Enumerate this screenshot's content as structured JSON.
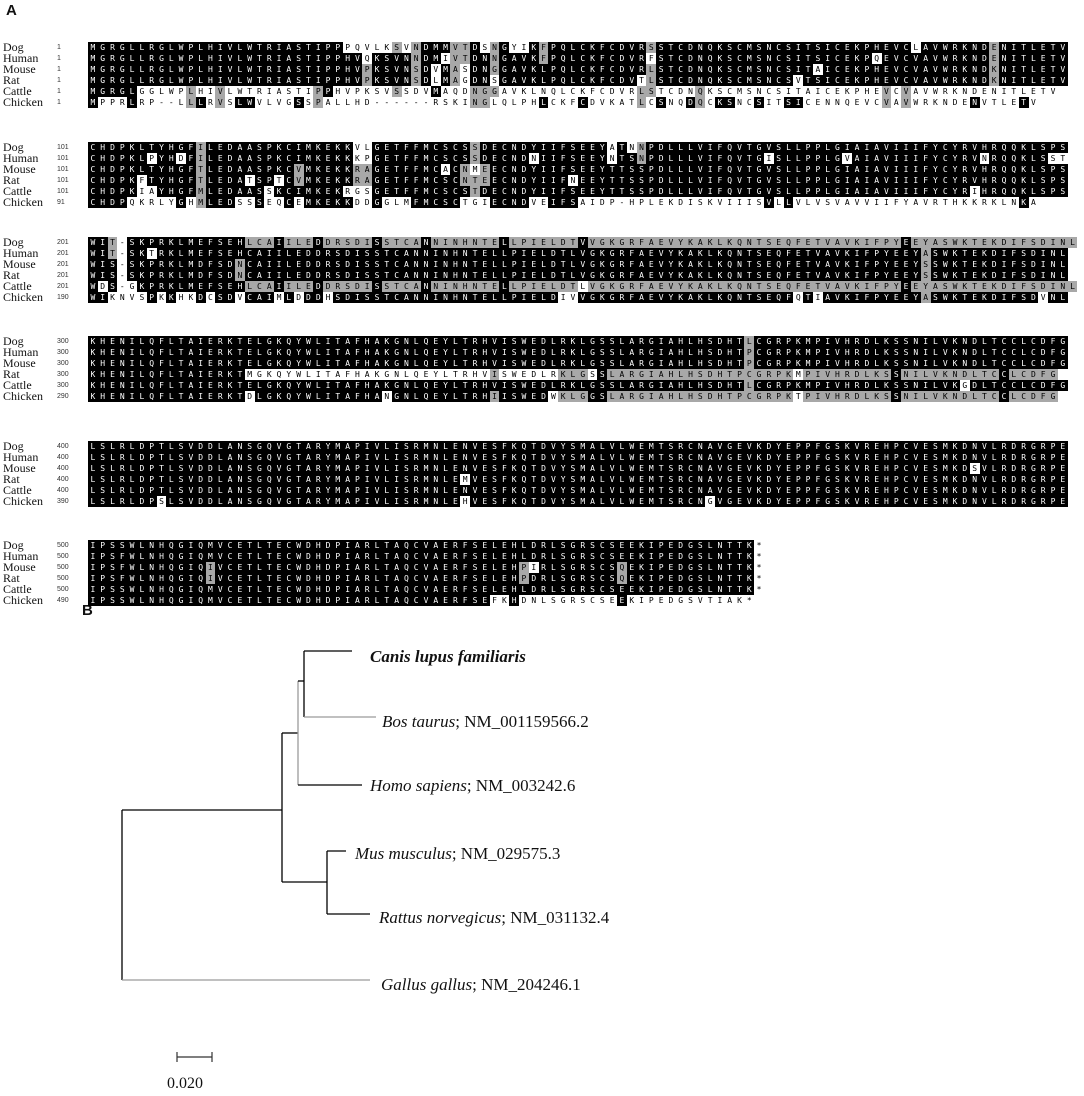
{
  "panels": {
    "a": "A",
    "b": "B"
  },
  "alignment": {
    "blocks": [
      {
        "rows": [
          {
            "species": "Dog",
            "start": "1",
            "seq": "MGRGLLRGLWPLHIVLWTRIASTIPPPQVLKSVNDMMVTDSNGYIKFPQLCKFCDVRSSTCDNQKSCMSNCSITSICEKPHEVCLAVWRKNDENITLETV"
          },
          {
            "species": "Human",
            "start": "1",
            "seq": "MGRGLLRGLWPLHIVLWTRIASTIPPHVQKSVNNDMIVTDNNGAVKFPQLCKFCDVRFSTCDNQKSCMSNCSITSICEKPQEVCVAVWRKNDENITLETV"
          },
          {
            "species": "Mouse",
            "start": "1",
            "seq": "MGRGLLRGLWPLHIVLWTRIASTIPPHVPKSVNSDVMASDNGGAVKLPQLCKFCDVRLSTCDNQKSCMSNCSITAICEKPHEVCVAVWRKNDKNITLETV"
          },
          {
            "species": "Rat",
            "start": "1",
            "seq": "MGRGLLRGLWPLHIVLWTRIASTIPPHVPKSVNSDLMAGDNSGAVKLPQLCKFCDVTLSTCDNQKSCMSNCSVTSICEKPHEVCVAVWRKNDKNITLETV"
          },
          {
            "species": "Cattle",
            "start": "1",
            "seq": "MGRGLGGLWPLHIVLWTRIASTIPPHVPKSVSSDVMAQDNGGAVKLNQLCKFCDVRLSTCDNQKSCMSNCSITAICEKPHEVCVAVWRKNDENITLETV"
          },
          {
            "species": "Chicken",
            "start": "1",
            "seq": "MPPRLRP--LLLRVSLWVLVGSSPALLHD------RSKINGLQLPHLCKFCDVKATLCSNQDQCKSNCSITSICENNQEVCVAVWRKNDENVTLETV"
          }
        ]
      },
      {
        "rows": [
          {
            "species": "Dog",
            "start": "101",
            "seq": "CHDPKLTYHGFILEDAASPKCIMKEKKVLGETFFMCSCSSDECNDYIIFSEEYATNNPDLLLVIFQVTGVSLLPPLGIAIAVIIIFYCYRVHRQQKLSPS"
          },
          {
            "species": "Human",
            "start": "101",
            "seq": "CHDPKLPYHDFILEDAASPKCIMKEKKKPGETFFMCSCSSDECNDNIIFSEEYNTSNPDLLLVIFQVTGISLLPPLGVAIAVIIIFYCYRVNRQQKLSST"
          },
          {
            "species": "Mouse",
            "start": "101",
            "seq": "CHDPKLTYHGFTLEDAASPKCVMKEKKRAGETFFMCACNMEECNDYIIFSEEYTTSSPDLLLVIFQVTGVSLLPPLGIAIAVIIIFYCYRVHRQQKLSPS"
          },
          {
            "species": "Rat",
            "start": "101",
            "seq": "CHDPKFTYHGFTLEDATSPTCVMKEKKRAGETFFMCSCNTEECNDYIIFNEEYTTSSPDLLLVIFQVTGVSLLPPLGIAIAVIIIFYCYRVHRQQKLSPS"
          },
          {
            "species": "Cattle",
            "start": "101",
            "seq": "CHDPKIAYHGFMLEDAASSKCIMKEKRGSGETFFMCSCSTDECNDYIIFSEEYTTSSPDLLLVIFQVTGVSLLPPLGIAIAVIIIFYCYRIHRQQKLSPS"
          },
          {
            "species": "Chicken",
            "start": "91",
            "seq": "CHDPQKRLYGHMLEDSSSEQCEMKEKKDDGGLMFMCSCTGIECNDVEIFSAIDP-HPLEKDISKVIIISVLLVLVSVAVVIIFYAVRTHKKRKLNKA"
          }
        ]
      },
      {
        "rows": [
          {
            "species": "Dog",
            "start": "201",
            "seq": "WIT-SKPRKLMEFSEHLCAIILEDDRSDISSTCANNINHNTELLPIELDTVVGKGRFAEVYKAKLKQNTSEQFETVAVKIFPYEEYASWKTEKDIFSDINL"
          },
          {
            "species": "Human",
            "start": "201",
            "seq": "WIT-SKTRKLMEFSEHCAIILEDDRSDISSTCANNINHNTELLPIELDTLVGKGRFAEVYKAKLKQNTSEQFETVAVKIFPYEEYASWKTEKDIFSDINL"
          },
          {
            "species": "Mouse",
            "start": "201",
            "seq": "WIS-SKPRKLMDFSDNCAIILEDDRSDISSTCANNINHNTELLPIELDTLVGKGRFAEVYKAKLKQNTSEQFETVAVKIFPYEEYSSWKTEKDIFSDINL"
          },
          {
            "species": "Rat",
            "start": "201",
            "seq": "WIS-SKPRKLMDFSDNCAIILEDDRSDISSTCANNINHNTELLPIELDTLVGKGRFAEVYKAKLKQNTSEQFETVAVKIFPYEEYSSWKTEKDIFSDINL"
          },
          {
            "species": "Cattle",
            "start": "201",
            "seq": "WDS-GKPRKLMEFSEHLCAIILEDDRSDISSTCANNINHNTELLPIELDTLVGKGRFAEVYKAKLKQNTSEQFETVAVKIFPYEEYASWKTEKDIFSDINL"
          },
          {
            "species": "Chicken",
            "start": "190",
            "seq": "WIKNVSPKKHKDCSDVCAIMLDDDHSDISSTCANNINHNTELLPIELDIVVGKGRFAEVYKAKLKQNTSEQFQTIAVKIFPYEEYASWKTEKDIFSDVNL"
          }
        ]
      },
      {
        "rows": [
          {
            "species": "Dog",
            "start": "300",
            "seq": "KHENILQFLTAIERKTELGKQYWLITAFHAKGNLQEYLTRHVISWEDLRKLGSSLARGIAHLHSDHTLCGRPKMPIVHRDLKSSNILVKNDLTCCLCDFG"
          },
          {
            "species": "Human",
            "start": "300",
            "seq": "KHENILQFLTAIERKTELGKQYWLITAFHAKGNLQEYLTRHVISWEDLRKLGSSLARGIAHLHSDHTPCGRPKMPIVHRDLKSSNILVKNDLTCCLCDFG"
          },
          {
            "species": "Mouse",
            "start": "300",
            "seq": "KHENILQFLTAIERKTELGKQYWLITAFHAKGNLQEYLTRHVISWEDLRKLGSSLARGIAHLHSDHTPCGRPKMPIVHRDLKSSNILVKNDLTCCLCDFG"
          },
          {
            "species": "Rat",
            "start": "300",
            "seq": "KHENILQFLTAIERKTMGKQYWLITAFHAKGNLQEYLTRHVISWEDLRKLGSSLARGIAHLHSDHTPCGRPKMPIVHRDLKSSNILVKNDLTCCLCDFG"
          },
          {
            "species": "Cattle",
            "start": "300",
            "seq": "KHENILQFLTAIERKTELGKQYWLITAFHAKGNLQEYLTRHVISWEDLRKLGSSLARGIAHLHSDHTLCGRPKMPIVHRDLKSSNILVKGDLTCCLCDFG"
          },
          {
            "species": "Chicken",
            "start": "290",
            "seq": "KHENILQFLTAIERKTDLGKQYWLITAFHANGNLQEYLTRHIISWEDWKLGGSLARGIAHLHSDHTPCGRPKTPIVHRDLKSSNILVKNDLTCCLCDFG"
          }
        ]
      },
      {
        "rows": [
          {
            "species": "Dog",
            "start": "400",
            "seq": "LSLRLDPTLSVDDLANSGQVGTARYMAPIVLISRMNLENVESFKQTDVYSMALVLWEMTSRCNAVGEVKDYEPPFGSKVREHPCVESMKDNVLRDRGRPE"
          },
          {
            "species": "Human",
            "start": "400",
            "seq": "LSLRLDPTLSVDDLANSGQVGTARYMAPIVLISRMNLENVESFKQTDVYSMALVLWEMTSRCNAVGEVKDYEPPFGSKVREHPCVESMKDNVLRDRGRPE"
          },
          {
            "species": "Mouse",
            "start": "400",
            "seq": "LSLRLDPTLSVDDLANSGQVGTARYMAPIVLISRMNLENVESFKQTDVYSMALVLWEMTSRCNAVGEVKDYEPPFGSKVREHPCVESMKDSVLRDRGRPE"
          },
          {
            "species": "Rat",
            "start": "400",
            "seq": "LSLRLDPTLSVDDLANSGQVGTARYMAPIVLISRMNLEMVESFKQTDVYSMALVLWEMTSRCNAVGEVKDYEPPFGSKVREHPCVESMKDNVLRDRGRPE"
          },
          {
            "species": "Cattle",
            "start": "400",
            "seq": "LSLRLDPTLSVDDLANSGQVGTARYMAPIVLISRMNLENVESFKQTDVYSMALVLWEMTSRCNAVGEVKDYEPPFGSKVREHPCVESMKDNVLRDRGRPE"
          },
          {
            "species": "Chicken",
            "start": "390",
            "seq": "LSLRLDPSLSVDDLANSGQVGTARYMAPIVLISRMNLEHVESFKQTDVYSMALVLWEMTSRCNGVGEVKDYEPPFGSKVREHPCVESMKDNVLRDRGRPE"
          }
        ]
      },
      {
        "rows": [
          {
            "species": "Dog",
            "start": "500",
            "seq": "IPSSWLNHQGIQMVCETLTECWDHDPIARLTAQCVAERFSELEHLDRLSGRSCSEEKIPEDGSLNTTK*"
          },
          {
            "species": "Human",
            "start": "500",
            "seq": "IPSFWLNHQGIQMVCETLTECWDHDPIARLTAQCVAERFSELEHLDRLSGRSCSEEKIPEDGSLNTTK*"
          },
          {
            "species": "Mouse",
            "start": "500",
            "seq": "IPSFWLNHQGIQIVCETLTECWDHDPIARLTAQCVAERFSELEHPIRLSGRSCSQEKIPEDGSLNTTK*"
          },
          {
            "species": "Rat",
            "start": "500",
            "seq": "IPSFWLNHQGIQIVCETLTECWDHDPIARLTAQCVAERFSELEHPDRLSGRSCSQEKIPEDGSLNTTK*"
          },
          {
            "species": "Cattle",
            "start": "500",
            "seq": "IPSSWLNHQGIQMVCETLTECWDHDPIARLTAQCVAERFSELEHLDRLSGRSCSEEKIPEDGSLNTTK*"
          },
          {
            "species": "Chicken",
            "start": "490",
            "seq": "IPSSWLNHQGIQMVCETLTECWDHDPIARLTAQCVAERFSEFKHDNLSGRSCSEEKIPEDGSVTIAK*"
          }
        ]
      }
    ]
  },
  "tree": {
    "tips": [
      {
        "species": "Canis lupus familiaris",
        "accession": "",
        "emphasis": "bold"
      },
      {
        "species": "Bos taurus",
        "accession": "; NM_001159566.2",
        "emphasis": ""
      },
      {
        "species": "Homo sapiens",
        "accession": "; NM_003242.6",
        "emphasis": ""
      },
      {
        "species": "Mus musculus",
        "accession": "; NM_029575.3",
        "emphasis": ""
      },
      {
        "species": "Rattus norvegicus",
        "accession": "; NM_031132.4",
        "emphasis": ""
      },
      {
        "species": "Gallus gallus",
        "accession": "; NM_204246.1",
        "emphasis": ""
      }
    ],
    "scale_label": "0.020"
  }
}
